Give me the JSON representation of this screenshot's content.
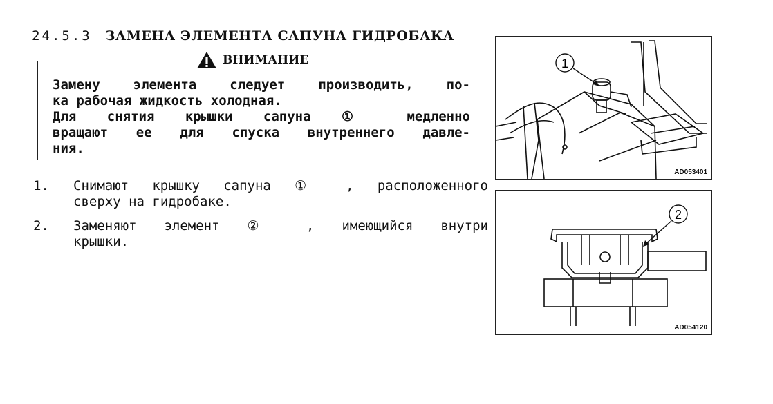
{
  "section": {
    "number": "24.5.3",
    "title": "ЗАМЕНА ЭЛЕМЕНТА САПУНА ГИДРОБАКА"
  },
  "warning": {
    "title": "ВНИМАНИЕ",
    "icon": "warning-triangle-icon",
    "lines": [
      "Замену элемента следует производить, по-",
      "ка рабочая жидкость холодная.",
      "Для снятия крышки сапуна ① медленно",
      "вращают ее для спуска внутреннего давле-",
      "ния."
    ]
  },
  "steps": [
    {
      "number": "1.",
      "lines": [
        "Снимают крышку сапуна ① , расположенного",
        "сверху на гидробаке."
      ]
    },
    {
      "number": "2.",
      "lines": [
        "Заменяют элемент ② , имеющийся внутри",
        "крышки."
      ]
    }
  ],
  "figures": [
    {
      "callout": "1",
      "code": "AD053401"
    },
    {
      "callout": "2",
      "code": "AD054120"
    }
  ]
}
